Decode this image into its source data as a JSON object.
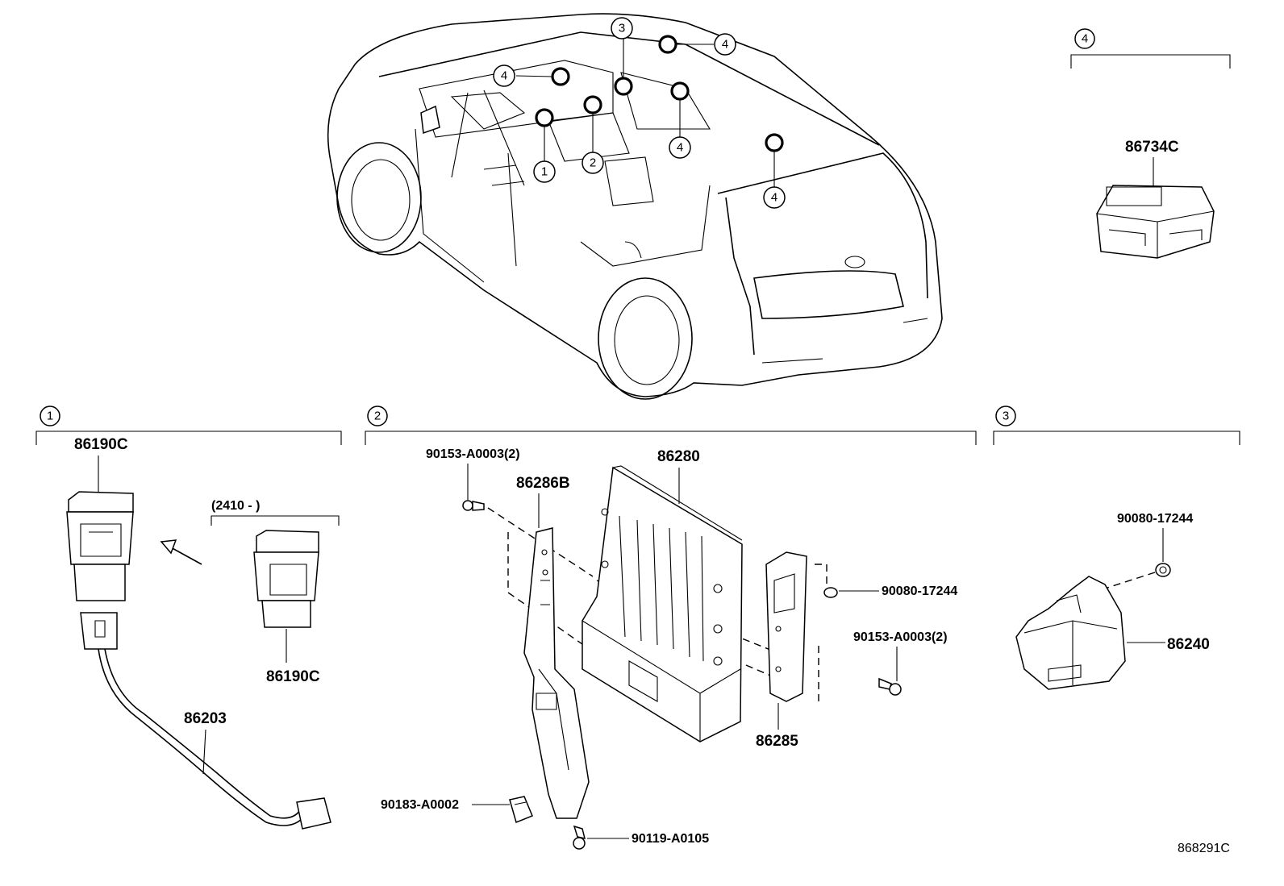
{
  "diagram_code": "868291C",
  "section_markers": {
    "s1": "1",
    "s2": "2",
    "s3": "3",
    "s4": "4"
  },
  "callout_markers": [
    "1",
    "2",
    "3",
    "4"
  ],
  "date_range_label": "(2410 -      )",
  "parts": {
    "p86190C_a": "86190C",
    "p86190C_b": "86190C",
    "p86203": "86203",
    "p86280": "86280",
    "p86286B": "86286B",
    "p86285": "86285",
    "p90153_top": "90153-A0003(2)",
    "p90153_right": "90153-A0003(2)",
    "p90080_mid": "90080-17244",
    "p90183": "90183-A0002",
    "p90119": "90119-A0105",
    "p86734C": "86734C",
    "p90080_right": "90080-17244",
    "p86240": "86240"
  }
}
